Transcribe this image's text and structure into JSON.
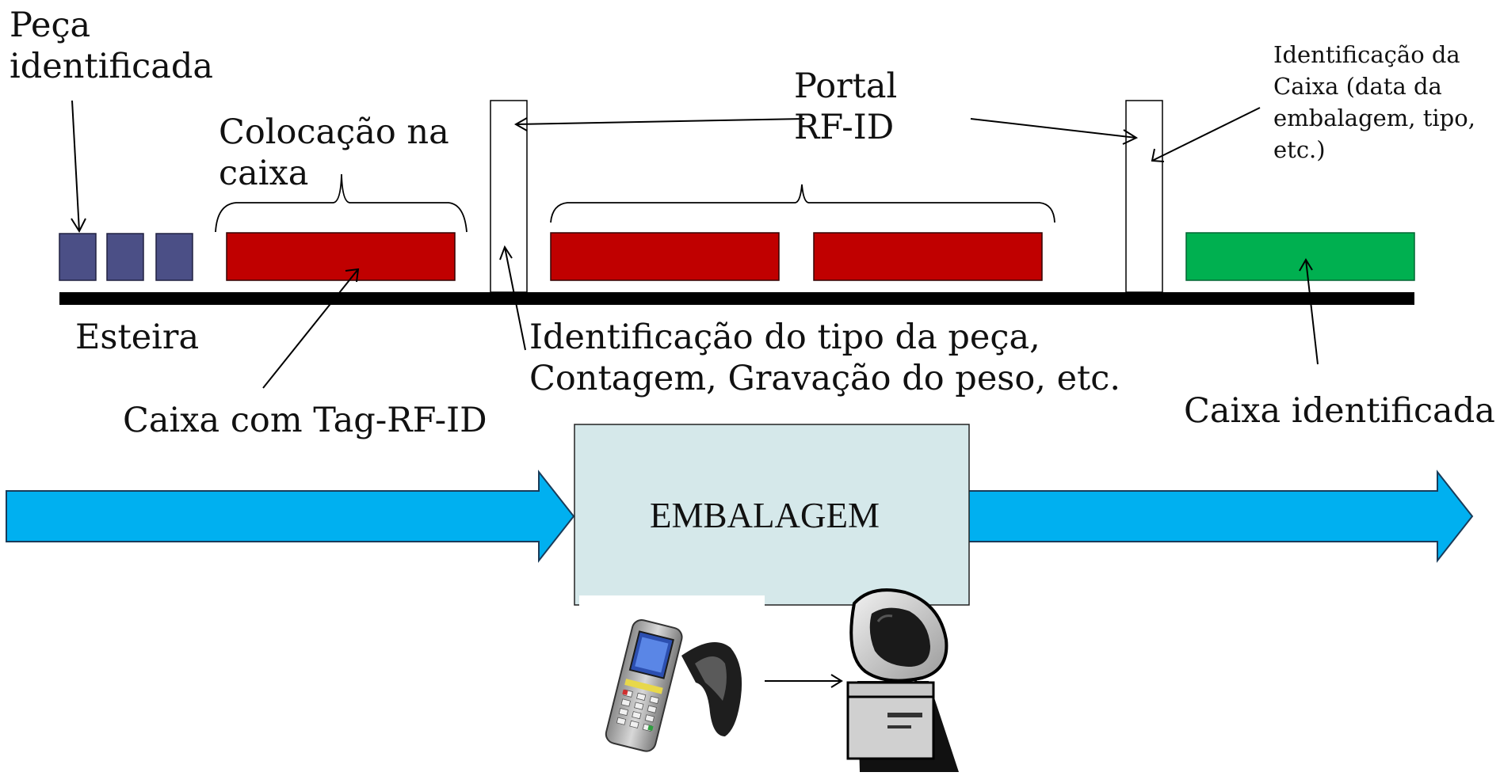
{
  "labels": {
    "peca_identificada": [
      "Peça",
      "identificada"
    ],
    "colocacao_na_caixa": [
      "Colocação na",
      "caixa"
    ],
    "portal_rfid": [
      "Portal",
      "RF-ID"
    ],
    "identificacao_da_caixa": [
      "Identificação da",
      "Caixa (data da",
      "embalagem, tipo,",
      "etc.)"
    ],
    "esteira": "Esteira",
    "caixa_com_tag": "Caixa com Tag-RF-ID",
    "identificacao_tipo_peca": [
      "Identificação do tipo da peça,",
      "Contagem, Gravação do peso, etc."
    ],
    "caixa_identificada": "Caixa identificada"
  },
  "process": {
    "label": "EMBALAGEM"
  },
  "colors": {
    "part": "#4b4f86",
    "box": "#c00000",
    "identified_box": "#00b050",
    "flow_arrow": "#00b0f0",
    "process_fill": "#d5e8ea",
    "conveyor": "#000000"
  },
  "icons": [
    "rfid-handheld-reader-icon",
    "computer-terminal-icon"
  ]
}
